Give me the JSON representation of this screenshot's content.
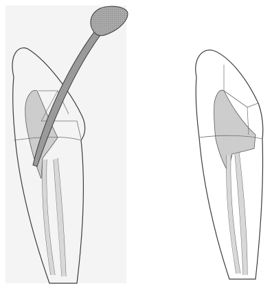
{
  "figure": {
    "colors": {
      "background": "#ffffff",
      "paper_tint": "#f4f4f4",
      "outline": "#3a3a3a",
      "guide_line": "#6e6e6e",
      "pulp_fill": "#cfcfcf",
      "instrument_fill": "#9a9a9a",
      "instrument_head": "#a9a9a9"
    },
    "panels": [
      {
        "role": "access-with-instrument",
        "contains": [
          "tooth-outline",
          "pulp-chamber",
          "root-canals",
          "cemento-enamel-junction",
          "bur-instrument"
        ]
      },
      {
        "role": "access-without-instrument",
        "contains": [
          "tooth-outline",
          "pulp-chamber",
          "root-canals",
          "cemento-enamel-junction"
        ]
      }
    ]
  }
}
